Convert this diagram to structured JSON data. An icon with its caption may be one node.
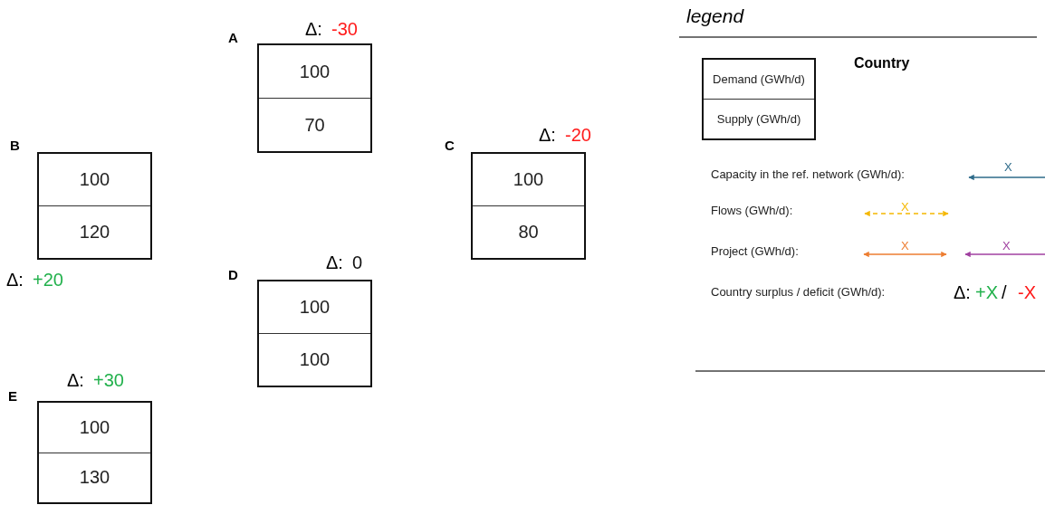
{
  "diagram": {
    "nodes": [
      {
        "text": [
          "100",
          "70"
        ],
        "beside": [
          "A",
          "Δ:",
          "-30"
        ]
      },
      {
        "text": [
          "100",
          "120"
        ],
        "beside": [
          "B",
          "Δ:",
          "+20"
        ]
      },
      {
        "text": [
          "100",
          "80"
        ],
        "beside": [
          "C",
          "Δ:",
          "-20"
        ]
      },
      {
        "text": [
          "100",
          "100"
        ],
        "beside": [
          "D",
          "Δ:",
          "0"
        ]
      },
      {
        "text": [
          "100",
          "130"
        ],
        "beside": [
          "E",
          "Δ:",
          "+30"
        ]
      },
      {
        "text": [
          "Demand (GWh/d)",
          "Supply (GWh/d)"
        ],
        "beside": [
          "Country"
        ]
      }
    ],
    "edges": [],
    "labels": [
      "legend",
      "X",
      "X",
      "X",
      "X",
      "Δ:",
      "+X",
      "/",
      "-X"
    ],
    "legend": [
      {
        "text": "Capacity in the ref. network (GWh/d):"
      },
      {
        "text": "Flows (GWh/d):"
      },
      {
        "text": "Project (GWh/d):"
      },
      {
        "text": "Country surplus / deficit (GWh/d):"
      }
    ]
  }
}
